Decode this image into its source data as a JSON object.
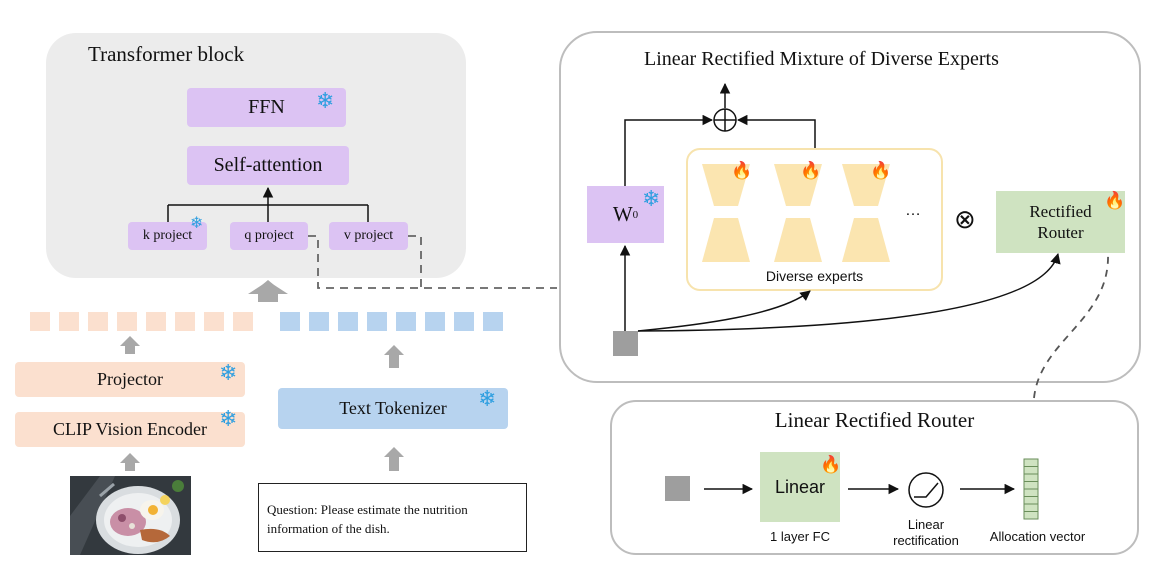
{
  "transformer_block": {
    "title": "Transformer block",
    "ffn": "FFN",
    "self_attention": "Self-attention",
    "k_project": "k project",
    "q_project": "q project",
    "v_project": "v project"
  },
  "left_stack": {
    "projector": "Projector",
    "clip_encoder": "CLIP Vision Encoder",
    "text_tokenizer": "Text Tokenizer",
    "question": "Question: Please estimate the nutrition information of the dish."
  },
  "mixture": {
    "title": "Linear Rectified Mixture of Diverse Experts",
    "w0": "W",
    "w0_sub": "0",
    "diverse_experts": "Diverse experts",
    "ellipsis": "…",
    "times": "⊗",
    "router": "Rectified Router"
  },
  "router_panel": {
    "title": "Linear Rectified Router",
    "linear": "Linear",
    "fc_label": "1 layer FC",
    "rect_label_1": "Linear",
    "rect_label_2": "rectification",
    "alloc_label": "Allocation vector"
  },
  "icons": {
    "frozen": "snowflake-icon",
    "trainable": "fire-icon"
  },
  "colors": {
    "frozen_blue": "#2f9fe0",
    "purple": "#dcc3f3",
    "peach": "#fbe0cf",
    "token_blue": "#b7d3ef",
    "green": "#cfe3c1",
    "expert_yellow": "#fbe5b0"
  }
}
